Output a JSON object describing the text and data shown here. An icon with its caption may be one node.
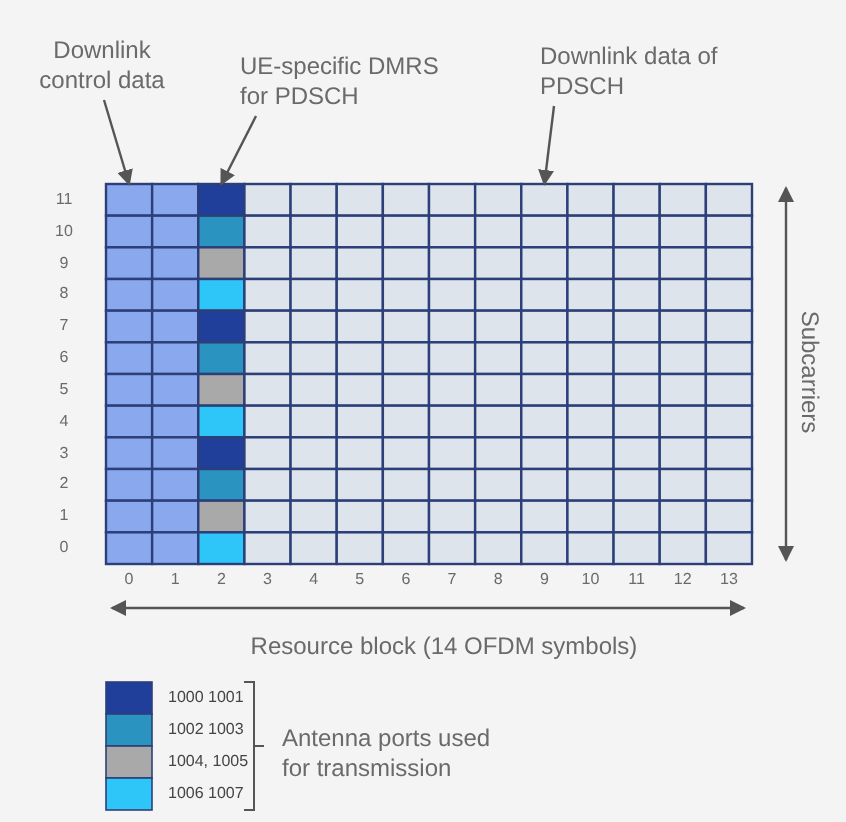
{
  "diagram": {
    "nodes": [
      {
        "text": [
          "Downlink control data"
        ]
      },
      {
        "text": [
          "UE-specific DMRS for PDSCH"
        ]
      },
      {
        "text": [
          "Downlink data of PDSCH"
        ]
      },
      {
        "text": [],
        "shape": "box"
      },
      {
        "text": [],
        "shape": "box"
      },
      {
        "text": [],
        "shape": "box"
      }
    ],
    "edges": [
      {
        "from": 0,
        "to": 3,
        "arrow": "to"
      },
      {
        "from": 1,
        "to": 4,
        "arrow": "to"
      },
      {
        "from": 2,
        "to": 5,
        "arrow": "to"
      }
    ],
    "labels": [
      "11",
      "10",
      "9",
      "8",
      "7",
      "6",
      "5",
      "4",
      "3",
      "2",
      "1",
      "0",
      "0",
      "1",
      "2",
      "3",
      "4",
      "5",
      "6",
      "7",
      "8",
      "9",
      "10",
      "11",
      "12",
      "13",
      "Subcarriers",
      "Resource block (14 OFDM symbols)",
      "Antenna ports used for transmission"
    ],
    "legend": [
      {
        "text": "1000 1001",
        "color": "#1f3f9a"
      },
      {
        "text": "1002 1003",
        "color": "#2a93c0"
      },
      {
        "text": "1004, 1005",
        "color": "#a9a9a9"
      },
      {
        "text": "1006 1007",
        "color": "#2ec6f8"
      }
    ]
  }
}
